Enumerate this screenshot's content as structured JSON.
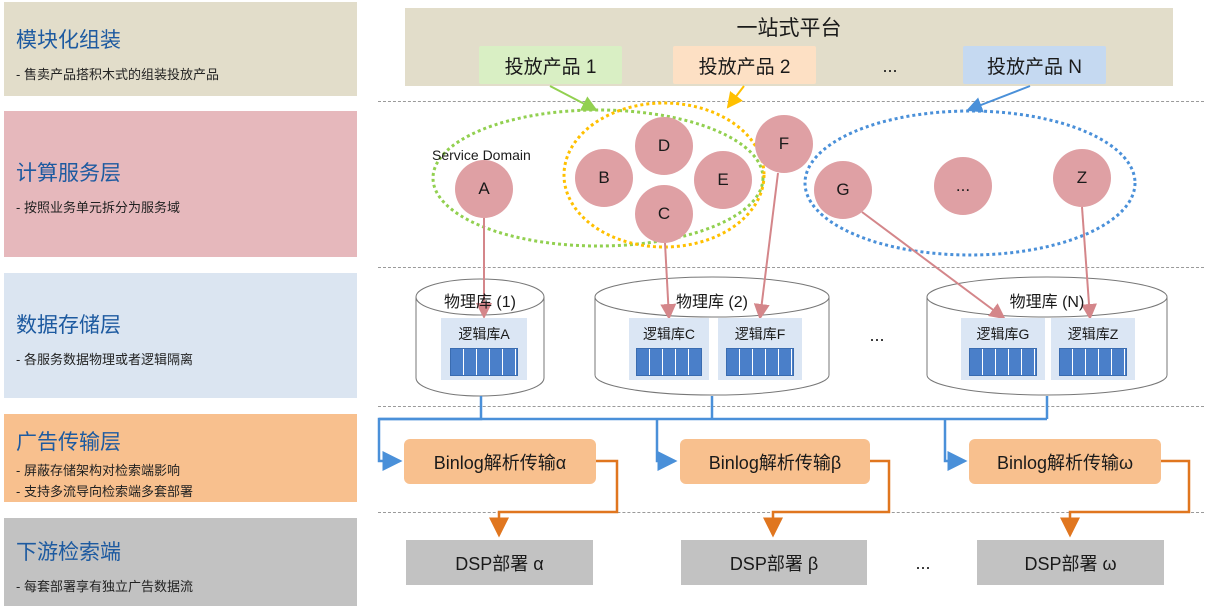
{
  "layers": [
    {
      "title": "模块化组装",
      "desc": "- 售卖产品搭积木式的组装投放产品"
    },
    {
      "title": "计算服务层",
      "desc": "- 按照业务单元拆分为服务域"
    },
    {
      "title": "数据存储层",
      "desc": "- 各服务数据物理或者逻辑隔离"
    },
    {
      "title": "广告传输层",
      "desc": "- 屏蔽存储架构对检索端影响\n- 支持多流导向检索端多套部署"
    },
    {
      "title": "下游检索端",
      "desc": "- 每套部署享有独立广告数据流"
    }
  ],
  "platform": {
    "title": "一站式平台",
    "products": [
      "投放产品 1",
      "投放产品 2",
      "投放产品 N"
    ],
    "ellipsis": "..."
  },
  "services": {
    "domain_label": "Service Domain",
    "nodes": [
      "A",
      "D",
      "B",
      "E",
      "C",
      "F",
      "G",
      "...",
      "Z"
    ]
  },
  "storage": {
    "dbs": [
      "物理库 (1)",
      "物理库 (2)",
      "物理库 (N)"
    ],
    "logic": [
      "逻辑库A",
      "逻辑库C",
      "逻辑库F",
      "逻辑库G",
      "逻辑库Z"
    ],
    "ellipsis": "..."
  },
  "transport": [
    "Binlog解析传输α",
    "Binlog解析传输β",
    "Binlog解析传输ω"
  ],
  "downstream": {
    "dsp": [
      "DSP部署 α",
      "DSP部署 β",
      "DSP部署 ω"
    ],
    "ellipsis": "..."
  },
  "colors": {
    "layer1": "#e2ddca",
    "layer2": "#e6b8bc",
    "layer3": "#dbe5f1",
    "layer4": "#f8c08e",
    "layer5": "#c2c2c2",
    "node": "#dfa0a4",
    "green": "#92d050",
    "yellow": "#ffc000",
    "blue": "#4a90d9",
    "orange": "#e0761f"
  }
}
